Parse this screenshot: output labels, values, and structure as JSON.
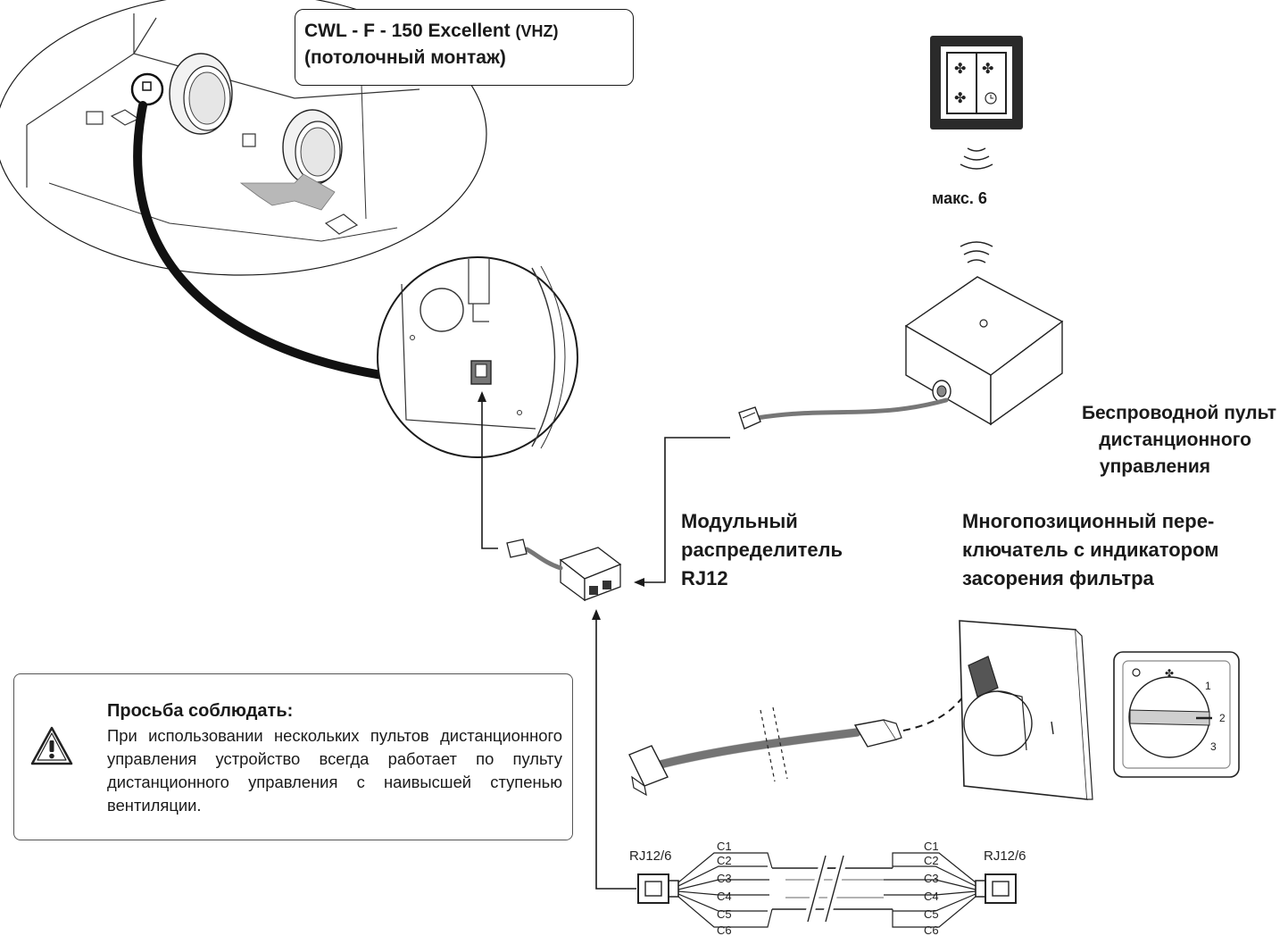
{
  "title": {
    "line1_main": "CWL - F - 150 Excellent",
    "line1_paren": "(VHZ)",
    "line2": "(потолочный монтаж)"
  },
  "wireless_remote": {
    "max_label": "макс. 6",
    "label_lines": [
      "Беспроводной пульт",
      "дистанционного",
      "управления"
    ]
  },
  "splitter": {
    "label_lines": [
      "Модульный",
      "распределитель",
      "RJ12"
    ]
  },
  "switch": {
    "label_lines": [
      "Многопозиционный пере-",
      "ключатель с индикатором",
      "засорения фильтра"
    ],
    "positions": [
      "1",
      "2",
      "3"
    ]
  },
  "note": {
    "title": "Просьба соблюдать:",
    "body": "При использовании нескольких пультов дистанционного управления устройство всегда работает по пульту дистанционного управления с наивысшей ступенью вентиляции."
  },
  "cable": {
    "left_connector": "RJ12/6",
    "right_connector": "RJ12/6",
    "wires": [
      "C1",
      "C2",
      "C3",
      "C4",
      "C5",
      "C6"
    ]
  },
  "colors": {
    "line": "#1a1a1a",
    "cable_gray": "#8a8a8a",
    "box_fill": "#ffffff"
  }
}
